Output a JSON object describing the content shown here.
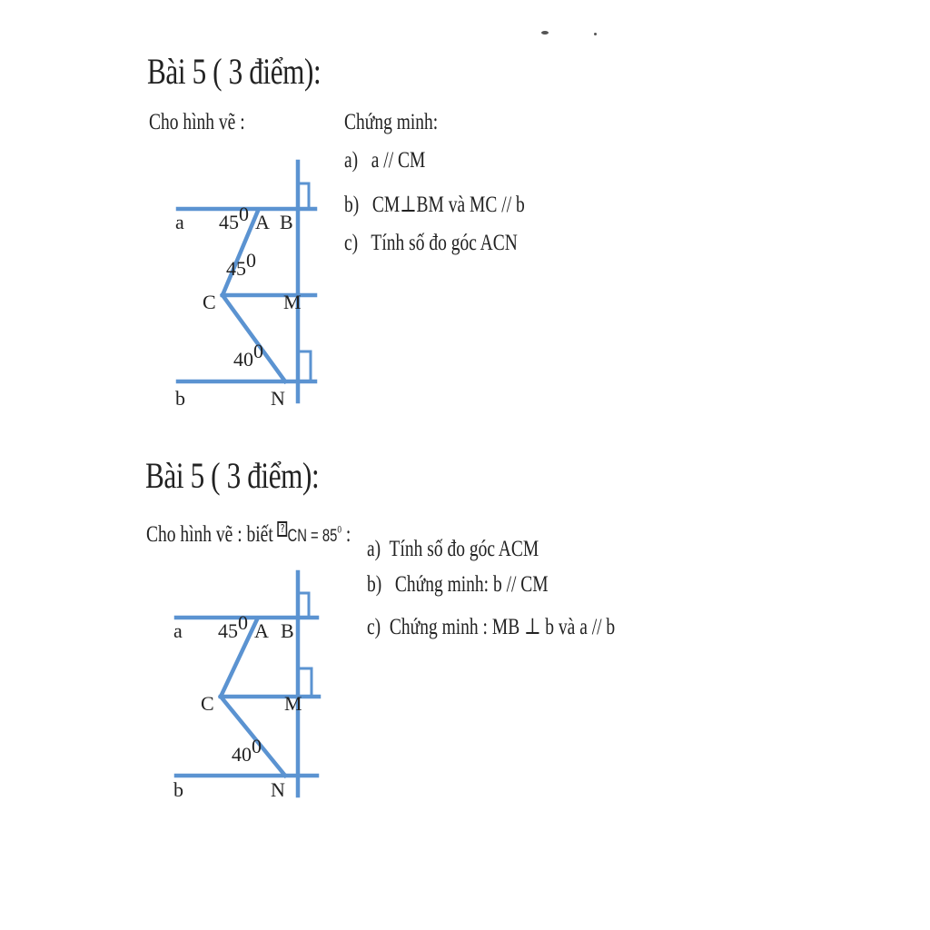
{
  "problem1": {
    "title": "Bài 5 ( 3 điểm):",
    "intro": "Cho hình vẽ :",
    "task_heading": "Chứng minh:",
    "tasks": [
      {
        "letter": "a)",
        "text": "a // CM"
      },
      {
        "letter": "b)",
        "text": "CM⊥BM  và  MC // b"
      },
      {
        "letter": "c)",
        "text": "Tính số đo góc ACN"
      }
    ],
    "figure": {
      "points": {
        "a": "a",
        "A": "A",
        "B": "B",
        "C": "C",
        "M": "M",
        "b": "b",
        "N": "N"
      },
      "angles": {
        "aA": "45",
        "AC": "45",
        "CN": "40"
      },
      "degree": "0"
    }
  },
  "problem2": {
    "title": "Bài 5 ( 3 điểm):",
    "intro_prefix": "Cho hình vẽ : biết ",
    "missing_glyph": "?",
    "intro_expr": "CN = 85",
    "degree": "0",
    "intro_suffix": " :",
    "tasks": [
      {
        "letter": "a)",
        "text": "Tính số đo góc ACM"
      },
      {
        "letter": "b)",
        "text": "Chứng minh:    b // CM"
      },
      {
        "letter": "c)",
        "text": "Chứng minh : MB ⊥ b và a // b"
      }
    ],
    "figure": {
      "points": {
        "a": "a",
        "A": "A",
        "B": "B",
        "C": "C",
        "M": "M",
        "b": "b",
        "N": "N"
      },
      "angles": {
        "aA": "45",
        "CN": "40"
      },
      "degree": "0"
    }
  },
  "colors": {
    "line": "#5b93d1",
    "text": "#222222"
  }
}
